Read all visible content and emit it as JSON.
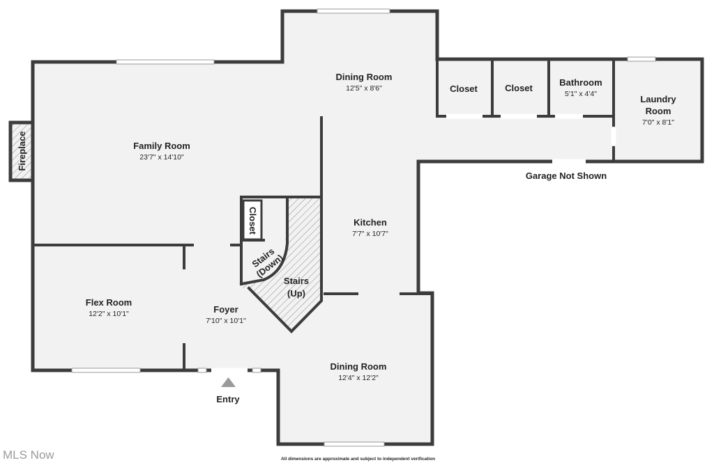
{
  "rooms": {
    "dining_room_top": {
      "name": "Dining Room",
      "dims": "12'5\" x 8'6\""
    },
    "family_room": {
      "name": "Family Room",
      "dims": "23'7\" x 14'10\""
    },
    "kitchen": {
      "name": "Kitchen",
      "dims": "7'7\" x 10'7\""
    },
    "flex_room": {
      "name": "Flex Room",
      "dims": "12'2\" x 10'1\""
    },
    "foyer": {
      "name": "Foyer",
      "dims": "7'10\" x 10'1\""
    },
    "dining_room_bottom": {
      "name": "Dining Room",
      "dims": "12'4\" x 12'2\""
    },
    "closet_1": {
      "name": "Closet"
    },
    "closet_2": {
      "name": "Closet"
    },
    "bathroom": {
      "name": "Bathroom",
      "dims": "5'1\" x 4'4\""
    },
    "laundry_room": {
      "name_line1": "Laundry",
      "name_line2": "Room",
      "dims": "7'0\" x 8'1\""
    },
    "closet_stairs": {
      "name": "Closet"
    },
    "fireplace": {
      "name": "Fireplace"
    },
    "stairs_down": {
      "line1": "Stairs",
      "line2": "(Down)"
    },
    "stairs_up": {
      "line1": "Stairs",
      "line2": "(Up)"
    }
  },
  "labels": {
    "garage": "Garage Not Shown",
    "entry": "Entry"
  },
  "footer": {
    "watermark": "MLS Now",
    "disclaimer": "All dimensions are approximate and subject to independent verification"
  },
  "colors": {
    "wall": "#3c3c3c",
    "floor": "#f2f2f2",
    "entry_arrow": "#9a9a9a"
  }
}
